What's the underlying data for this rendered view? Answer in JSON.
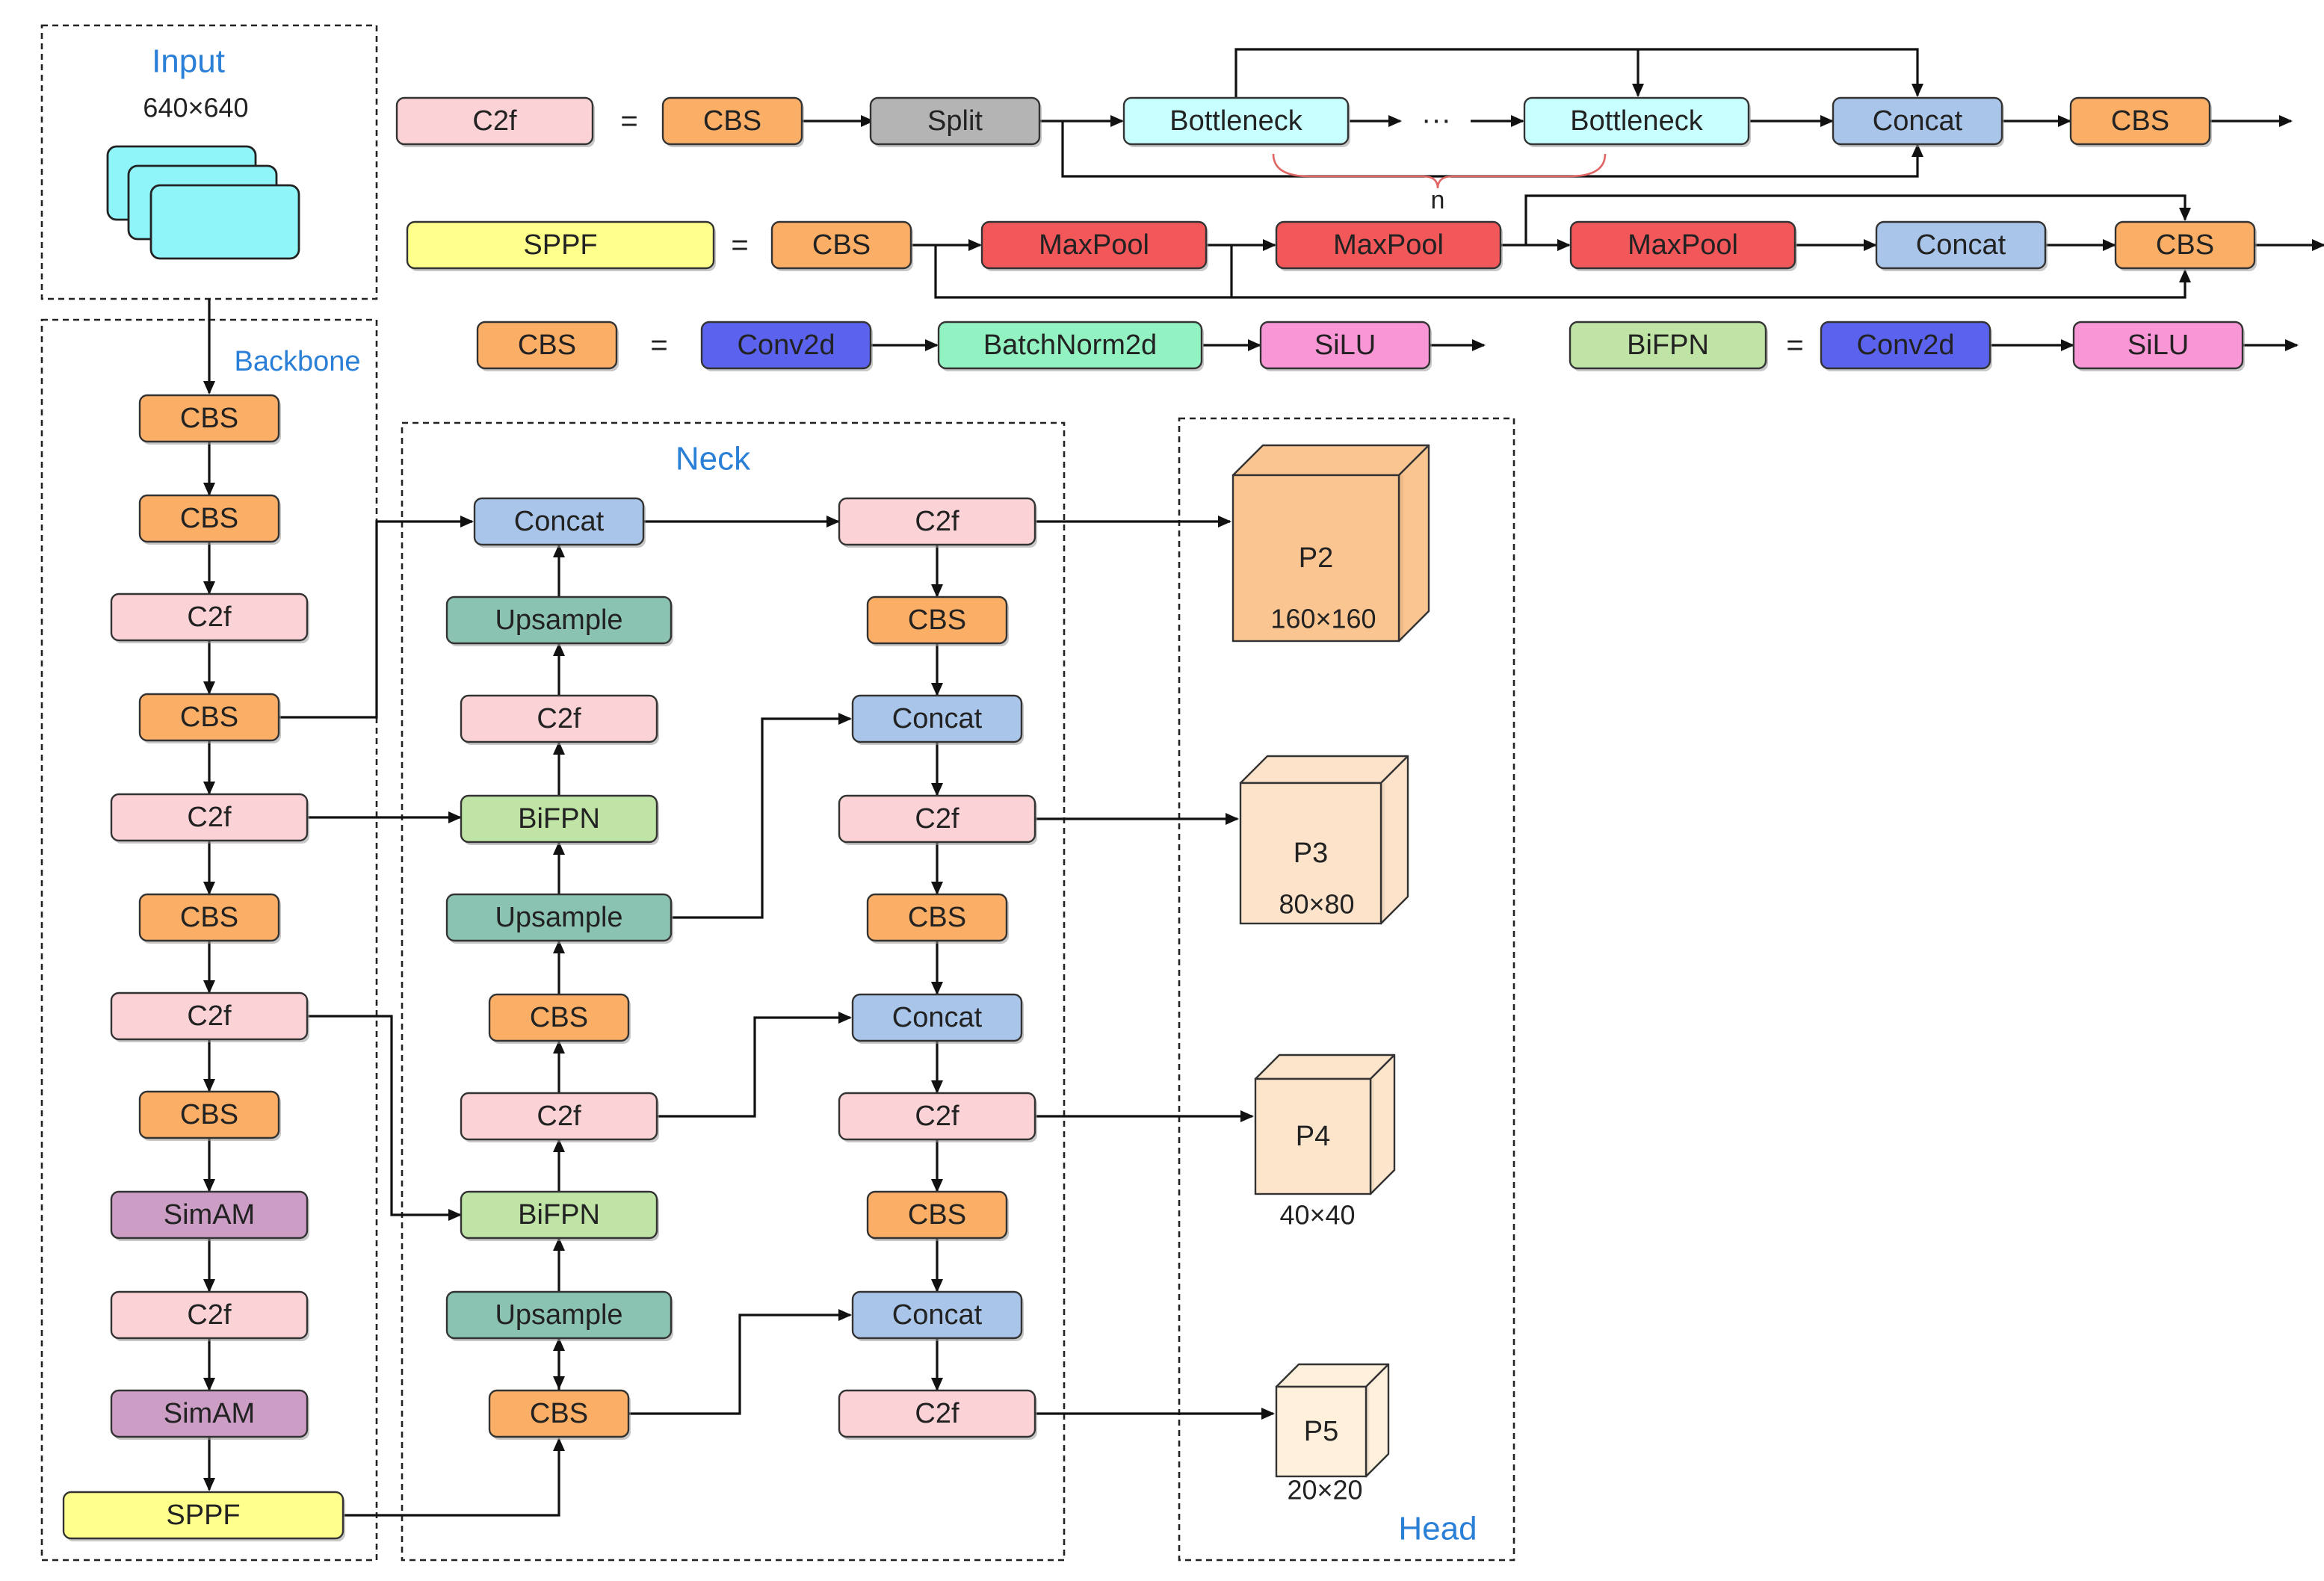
{
  "colors": {
    "CBS": "#fbae66",
    "C2f": "#fbd3d6",
    "Split": "#b4b4b4",
    "Bottleneck": "#c8ffff",
    "Concat": "#a9c6ea",
    "SPPF": "#ffff8c",
    "MaxPool": "#f2575a",
    "Conv2d": "#5b63ee",
    "BatchNorm2d": "#93f2c2",
    "SiLU": "#f896d6",
    "BiFPN": "#c0e4a6",
    "Upsample": "#8bc3b3",
    "SimAM": "#cc9ec6",
    "cube_P2": "#fbc592",
    "cube_P3": "#fde3ca",
    "cube_P4": "#fde5cc",
    "cube_P5": "#fff0dc",
    "section_title": "#2a7fd6",
    "brace": "#e06666"
  },
  "sections": {
    "input": {
      "title": "Input",
      "size": "640×640"
    },
    "backbone": {
      "title": "Backbone"
    },
    "neck": {
      "title": "Neck"
    },
    "head": {
      "title": "Head"
    }
  },
  "definitions": {
    "c2f": {
      "name": "C2f",
      "equals": "=",
      "steps": [
        "CBS",
        "Split",
        "Bottleneck",
        "···",
        "Bottleneck",
        "Concat",
        "CBS"
      ],
      "repeat": "n"
    },
    "sppf": {
      "name": "SPPF",
      "equals": "=",
      "steps": [
        "CBS",
        "MaxPool",
        "MaxPool",
        "MaxPool",
        "Concat",
        "CBS"
      ]
    },
    "cbs": {
      "name": "CBS",
      "equals": "=",
      "steps": [
        "Conv2d",
        "BatchNorm2d",
        "SiLU"
      ]
    },
    "bifpn": {
      "name": "BiFPN",
      "equals": "=",
      "steps": [
        "Conv2d",
        "SiLU"
      ]
    }
  },
  "backbone": [
    "CBS",
    "CBS",
    "C2f",
    "CBS",
    "C2f",
    "CBS",
    "C2f",
    "CBS",
    "SimAM",
    "C2f",
    "SimAM",
    "SPPF"
  ],
  "neck_left": [
    "Concat",
    "Upsample",
    "C2f",
    "BiFPN",
    "Upsample",
    "CBS",
    "C2f",
    "BiFPN",
    "Upsample",
    "CBS"
  ],
  "neck_right": [
    "C2f",
    "CBS",
    "Concat",
    "C2f",
    "CBS",
    "Concat",
    "C2f",
    "CBS",
    "Concat",
    "C2f"
  ],
  "head": [
    {
      "label": "P2",
      "size": "160×160"
    },
    {
      "label": "P3",
      "size": "80×80"
    },
    {
      "label": "P4",
      "size": "40×40"
    },
    {
      "label": "P5",
      "size": "20×20"
    }
  ]
}
